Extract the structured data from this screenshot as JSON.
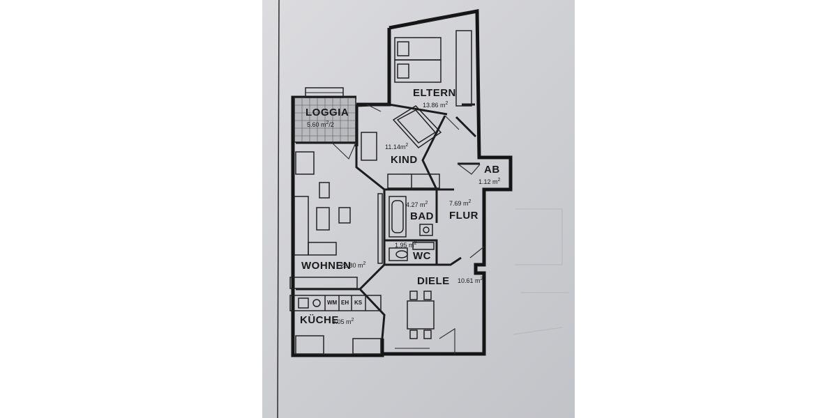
{
  "rooms": {
    "eltern": {
      "name": "ELTERN",
      "area": "13.86 m",
      "unit": "2"
    },
    "loggia": {
      "name": "LOGGIA",
      "area": "5.60 m",
      "unit": "2",
      "suffix": "/2"
    },
    "kind": {
      "name": "KIND",
      "area": "11.14m",
      "unit": "2"
    },
    "ab": {
      "name": "AB",
      "area": "1.12 m",
      "unit": "2"
    },
    "bad": {
      "name": "BAD",
      "area": "4.27 m",
      "unit": "2"
    },
    "flur": {
      "name": "FLUR",
      "area": "7.69 m",
      "unit": "2"
    },
    "wc": {
      "name": "WC",
      "area": "1.95 m",
      "unit": "2"
    },
    "wohnen": {
      "name": "WOHNEN",
      "area": "22.80 m",
      "unit": "2"
    },
    "diele": {
      "name": "DIELE",
      "area": "10.61 m",
      "unit": "2"
    },
    "kueche": {
      "name": "KÜCHE",
      "area": "9.05 m",
      "unit": "2"
    }
  },
  "appliances": {
    "wm": "WM",
    "eh": "EH",
    "ks": "KS"
  },
  "colors": {
    "wall": "#151515",
    "paper": "#d3d4d8",
    "line": "#333333"
  }
}
